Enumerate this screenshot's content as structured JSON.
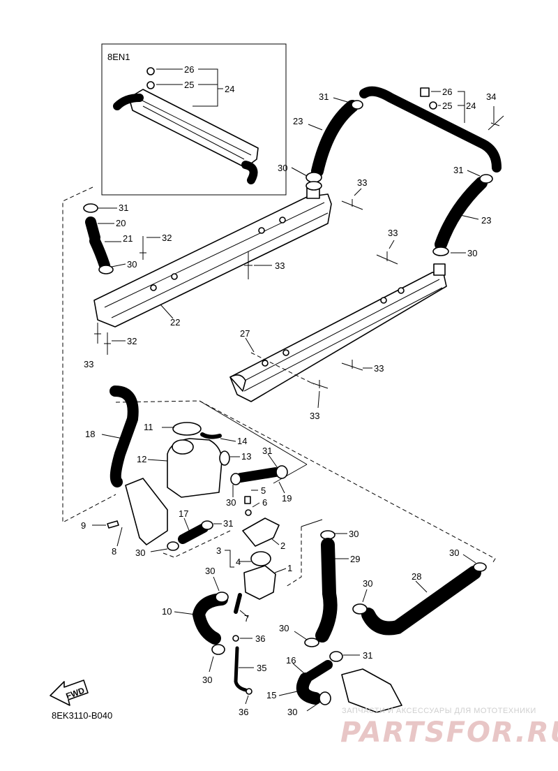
{
  "inset": {
    "title": "8EN1",
    "labels": [
      "26",
      "25",
      "24"
    ]
  },
  "callouts": {
    "c1": "1",
    "c2": "2",
    "c3": "3",
    "c4": "4",
    "c5": "5",
    "c6": "6",
    "c7": "7",
    "c8": "8",
    "c9": "9",
    "c10": "10",
    "c11": "11",
    "c12": "12",
    "c13": "13",
    "c14": "14",
    "c15": "15",
    "c16": "16",
    "c17": "17",
    "c18": "18",
    "c19": "19",
    "c20": "20",
    "c21": "21",
    "c22": "22",
    "c23": "23",
    "c24": "24",
    "c25": "25",
    "c26": "26",
    "c27": "27",
    "c28": "28",
    "c29": "29",
    "c30": "30",
    "c31": "31",
    "c32": "32",
    "c33": "33",
    "c34": "34",
    "c35": "35",
    "c36": "36"
  },
  "fwd_label": "FWD",
  "diagram_code": "8EK3110-B040",
  "watermark": {
    "tagline": "ЗАПЧАСТИ И АКСЕССУАРЫ ДЛЯ МОТОТЕХНИКИ",
    "brand": "PARTSFOR.RU"
  }
}
